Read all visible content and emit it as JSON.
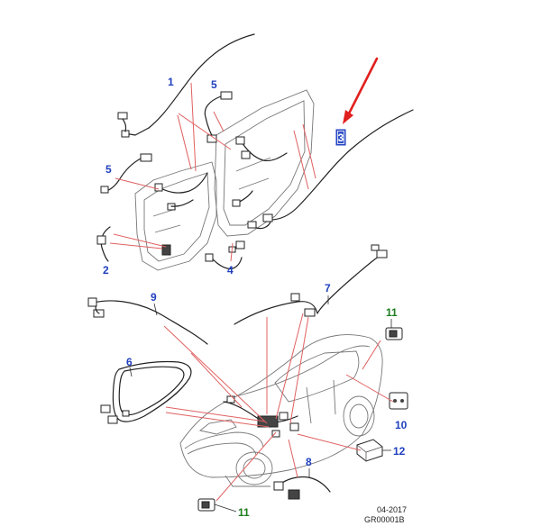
{
  "callouts": {
    "c1": "1",
    "c2": "2",
    "c3": "3",
    "c4": "4",
    "c5a": "5",
    "c5b": "5",
    "c6": "6",
    "c7": "7",
    "c8": "8",
    "c9": "9",
    "c10": "10",
    "c11a": "11",
    "c11b": "11",
    "c12": "12"
  },
  "footer": {
    "date": "04-2017",
    "ref": "GR00001B"
  },
  "colors": {
    "callout_blue": "#1f3fbf",
    "callout_green": "#1c7d1c",
    "leader_red": "#e06060",
    "highlight_arrow": "#e0201e"
  }
}
